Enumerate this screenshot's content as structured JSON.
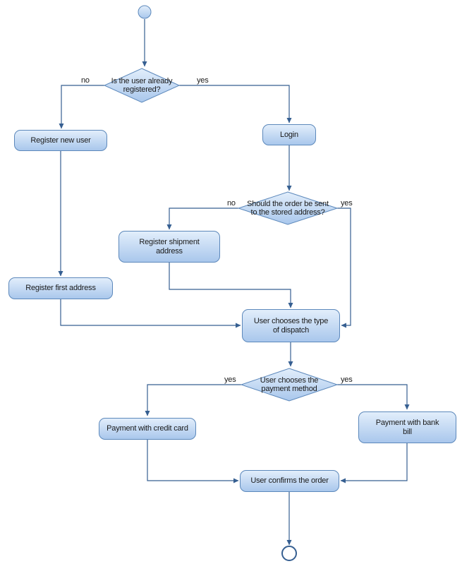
{
  "diagram": {
    "type": "activity-flowchart",
    "nodes": {
      "start": {
        "type": "initial"
      },
      "decision_registered": {
        "label": "Is the user already registered?"
      },
      "register_new_user": {
        "label": "Register new user"
      },
      "login": {
        "label": "Login"
      },
      "decision_stored_address": {
        "label": "Should the order be sent to the stored address?"
      },
      "register_shipment_address": {
        "label": "Register shipment address"
      },
      "register_first_address": {
        "label": "Register first address"
      },
      "choose_dispatch": {
        "label": "User chooses the type of dispatch"
      },
      "decision_payment": {
        "label": "User chooses the payment method"
      },
      "payment_credit_card": {
        "label": "Payment with credit card"
      },
      "payment_bank_bill": {
        "label": "Payment with bank bill"
      },
      "confirm_order": {
        "label": "User confirms the order"
      },
      "end": {
        "type": "final"
      }
    },
    "edge_labels": {
      "registered_no": "no",
      "registered_yes": "yes",
      "stored_no": "no",
      "stored_yes": "yes",
      "payment_credit": "yes",
      "payment_bill": "yes"
    },
    "colors": {
      "node_fill_top": "#e2eefb",
      "node_fill_bottom": "#a9c7ec",
      "node_border": "#5c88bb",
      "line": "#365f91",
      "text": "#1a1a1a"
    }
  }
}
